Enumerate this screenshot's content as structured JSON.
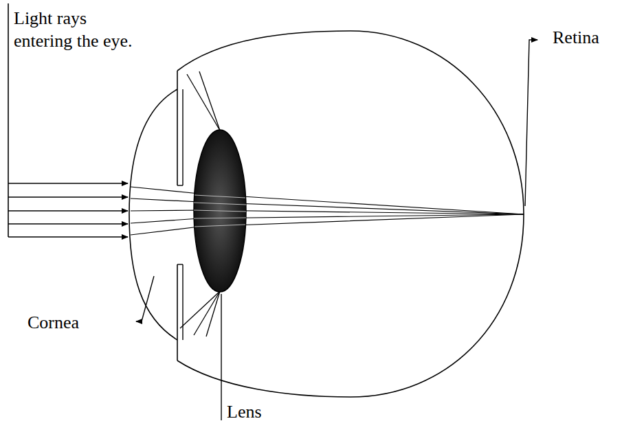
{
  "diagram": {
    "labels": [
      "Light rays entering the eye.",
      "Retina",
      "Cornea",
      "Lens"
    ]
  }
}
